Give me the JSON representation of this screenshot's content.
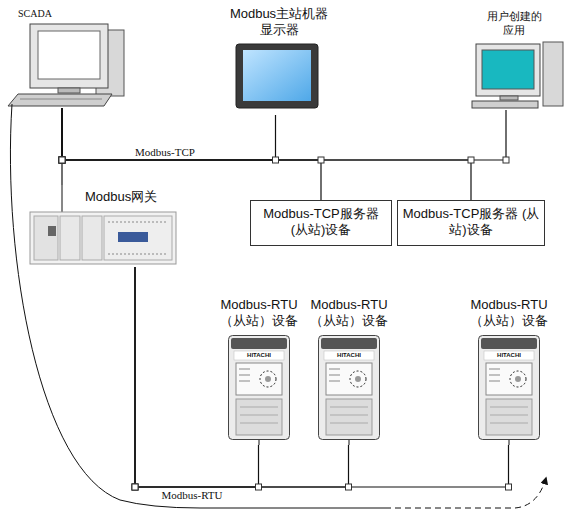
{
  "diagram": {
    "nodes": [
      {
        "text": [
          "SCADA"
        ]
      },
      {
        "text": [
          "Modbus主站机器 显示器"
        ]
      },
      {
        "text": [
          "用户创建的 应用"
        ]
      },
      {
        "text": [
          "Modbus-TCP服务器 (从站)设备"
        ]
      },
      {
        "text": [
          "Modbus-TCP服务器 (从站)设备"
        ]
      },
      {
        "text": [
          "Modbus网关"
        ]
      },
      {
        "text": [
          "Modbus-RTU （从站）设备"
        ]
      },
      {
        "text": [
          "Modbus-RTU （从站）设备"
        ]
      },
      {
        "text": [
          "Modbus-RTU （从站）设备"
        ]
      }
    ],
    "edges": [
      {
        "from": 0,
        "to": 1,
        "arrow": "none"
      },
      {
        "from": 0,
        "to": 2,
        "arrow": "none"
      },
      {
        "from": 0,
        "to": 3,
        "arrow": "none"
      },
      {
        "from": 0,
        "to": 4,
        "arrow": "none"
      },
      {
        "from": 0,
        "to": 5,
        "arrow": "none"
      },
      {
        "from": 5,
        "to": 6,
        "arrow": "none"
      },
      {
        "from": 5,
        "to": 7,
        "arrow": "none"
      },
      {
        "from": 5,
        "to": 8,
        "arrow": "none"
      }
    ],
    "labels": [
      "Modbus-TCP",
      "Modbus-RTU",
      "HITACHI",
      "HITACHI",
      "HITACHI"
    ]
  }
}
